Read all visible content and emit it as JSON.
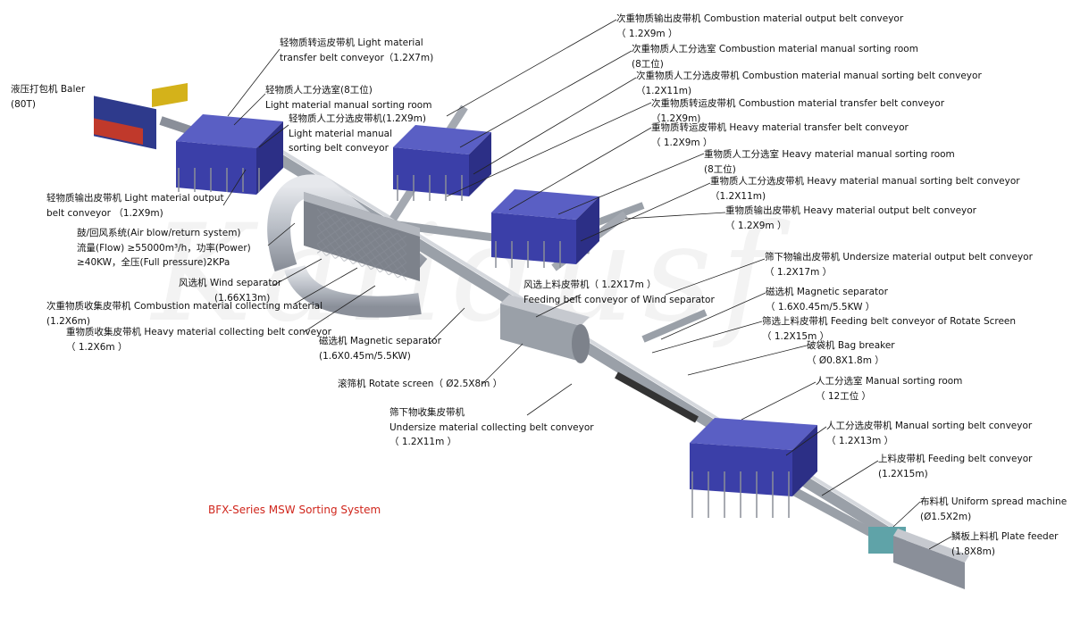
{
  "title": "BFX-Series MSW Sorting System",
  "watermark": "Kalidusf",
  "colors": {
    "room": "#3b3fa8",
    "frame": "#8a8f99",
    "belt": "#b9bec6",
    "title": "#d0261c"
  },
  "labels": {
    "baler": [
      "液压打包机 Baler",
      "(80T)"
    ],
    "light_transfer": [
      "轻物质转运皮带机 Light material",
      "transfer belt conveyor（1.2X7m)"
    ],
    "light_room": [
      "轻物质人工分选室(8工位)",
      "Light material manual sorting room"
    ],
    "light_sort_belt": [
      "轻物质人工分选皮带机(1.2X9m)",
      "Light material manual",
      "sorting belt conveyor"
    ],
    "light_output": [
      "轻物质输出皮带机 Light material output",
      "belt conveyor （1.2X9m)"
    ],
    "air_system": [
      "鼓/回风系统(Air blow/return system)",
      "流量(Flow) ≥55000m³/h，功率(Power)",
      "≥40KW，全压(Full pressure)2KPa"
    ],
    "wind_separator": [
      "风选机 Wind separator",
      "(1.66X13m)"
    ],
    "comb_collect": [
      "次重物质收集皮带机 Combustion material collecting material",
      "(1.2X6m)"
    ],
    "heavy_collect": [
      "重物质收集皮带机 Heavy material collecting belt conveyor",
      "（ 1.2X6m ）"
    ],
    "magnetic_left": [
      "磁选机 Magnetic separator",
      "(1.6X0.45m/5.5KW)"
    ],
    "rotate_screen": [
      "滚筛机 Rotate screen（ Ø2.5X8m ）"
    ],
    "undersize_collect": [
      "筛下物收集皮带机",
      "Undersize material collecting belt conveyor",
      "（ 1.2X11m ）"
    ],
    "comb_output": [
      "次重物质输出皮带机 Combustion material output belt conveyor",
      "（ 1.2X9m ）"
    ],
    "comb_room": [
      "次重物质人工分选室 Combustion material manual sorting room",
      "(8工位)"
    ],
    "comb_sort_belt": [
      "次重物质人工分选皮带机 Combustion material manual sorting belt conveyor",
      "（1.2X11m)"
    ],
    "comb_transfer": [
      "次重物质转运皮带机 Combustion material transfer belt conveyor",
      "（1.2X9m)"
    ],
    "heavy_transfer": [
      "重物质转运皮带机 Heavy material transfer belt conveyor",
      "（ 1.2X9m ）"
    ],
    "heavy_room": [
      "重物质人工分选室 Heavy material manual sorting room",
      "(8工位)"
    ],
    "heavy_sort_belt": [
      "重物质人工分选皮带机 Heavy material manual sorting belt conveyor",
      "（1.2X11m)"
    ],
    "heavy_output": [
      "重物质输出皮带机 Heavy material output belt conveyor",
      "（ 1.2X9m ）"
    ],
    "undersize_output": [
      "筛下物输出皮带机 Undersize material output belt conveyor",
      "（ 1.2X17m ）"
    ],
    "wind_feed": [
      "风选上料皮带机（ 1.2X17m ）",
      "Feeding belt conveyor of Wind separator"
    ],
    "magnetic_right": [
      "磁选机 Magnetic separator",
      "（ 1.6X0.45m/5.5KW ）"
    ],
    "rotate_feed": [
      "筛选上料皮带机 Feeding belt conveyor of Rotate Screen",
      "（ 1.2X15m ）"
    ],
    "bag_breaker": [
      "破袋机 Bag breaker",
      "（ Ø0.8X1.8m ）"
    ],
    "manual_room": [
      "人工分选室 Manual sorting room",
      "（ 12工位 ）"
    ],
    "manual_belt": [
      "人工分选皮带机 Manual sorting belt conveyor",
      "（ 1.2X13m ）"
    ],
    "feeding_belt": [
      "上料皮带机 Feeding belt conveyor",
      "(1.2X15m)"
    ],
    "spread": [
      "布料机 Uniform spread machine",
      "(Ø1.5X2m)"
    ],
    "plate_feeder": [
      "鳞板上料机 Plate feeder",
      "(1.8X8m)"
    ]
  }
}
